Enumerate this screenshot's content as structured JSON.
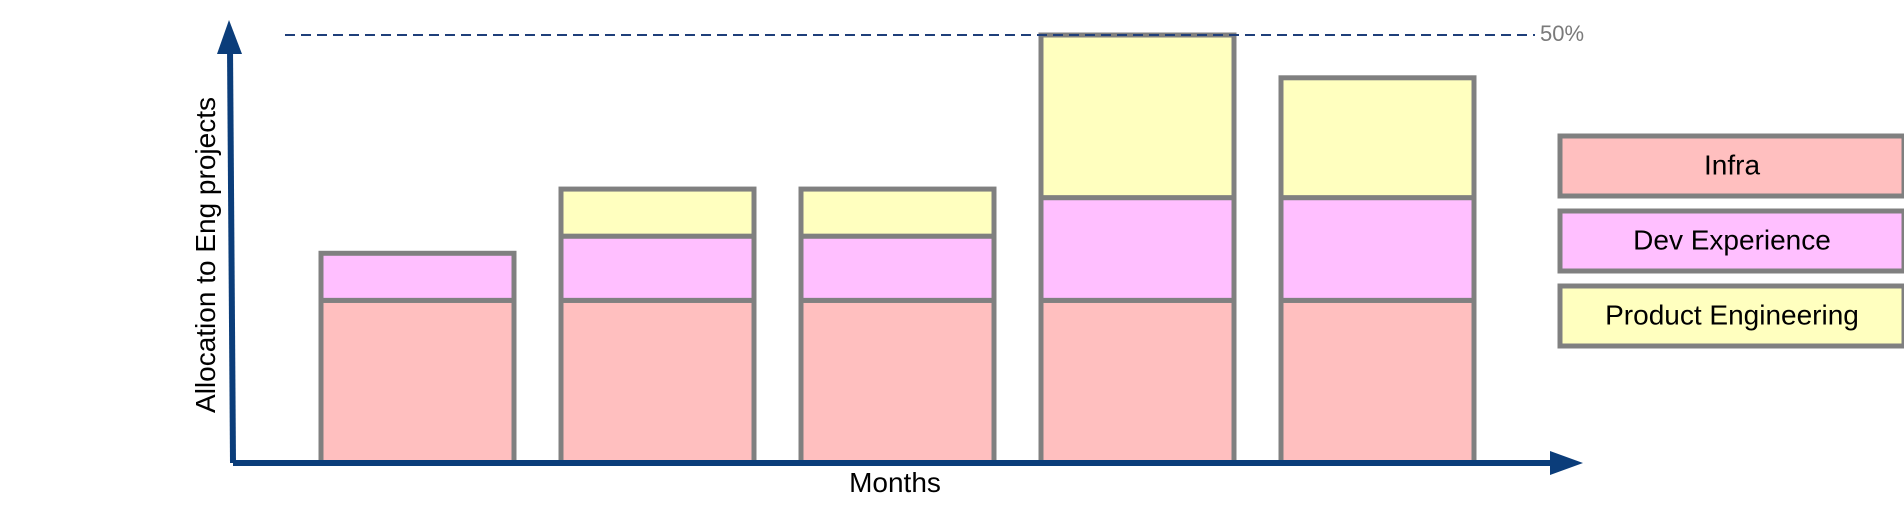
{
  "chart_data": {
    "type": "bar",
    "stacked": true,
    "title": "",
    "xlabel": "Months",
    "ylabel": "Allocation to Eng projects",
    "categories": [
      "",
      "",
      "",
      "",
      ""
    ],
    "series": [
      {
        "name": "Infra",
        "values": [
          19,
          19,
          19,
          19,
          19
        ],
        "color": "#ffbfbf"
      },
      {
        "name": "Dev Experience",
        "values": [
          5.5,
          7.5,
          7.5,
          12,
          12
        ],
        "color": "#ffbfff"
      },
      {
        "name": "Product Engineering",
        "values": [
          0,
          5.5,
          5.5,
          19,
          14
        ],
        "color": "#ffffbf"
      }
    ],
    "ylim": [
      0,
      50
    ],
    "reference_line": {
      "value": 50,
      "label": "50%",
      "style": "dashed",
      "color": "#1f3f7a"
    },
    "axis_color": "#0b3d7a",
    "bar_border_color": "#808080",
    "legend_position": "right",
    "grid": false
  }
}
